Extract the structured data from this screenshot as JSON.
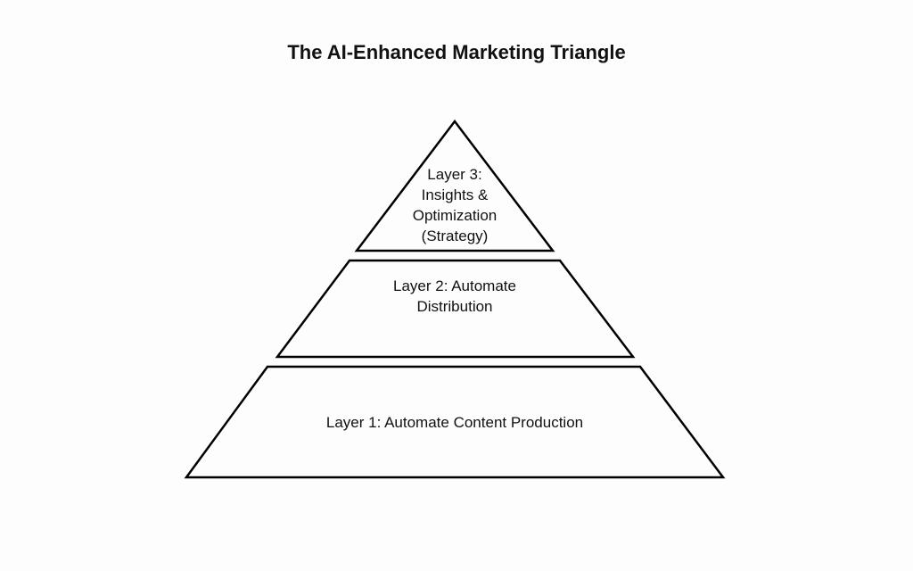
{
  "title": "The AI-Enhanced Marketing Triangle",
  "layers": [
    {
      "line1": "Layer 3:",
      "line2": "Insights &",
      "line3": "Optimization",
      "line4": "(Strategy)"
    },
    {
      "line1": "Layer 2: Automate",
      "line2": "Distribution"
    },
    {
      "line1": "Layer 1: Automate Content Production"
    }
  ],
  "colors": {
    "stroke": "#000000",
    "background": "#fdfdfd"
  }
}
